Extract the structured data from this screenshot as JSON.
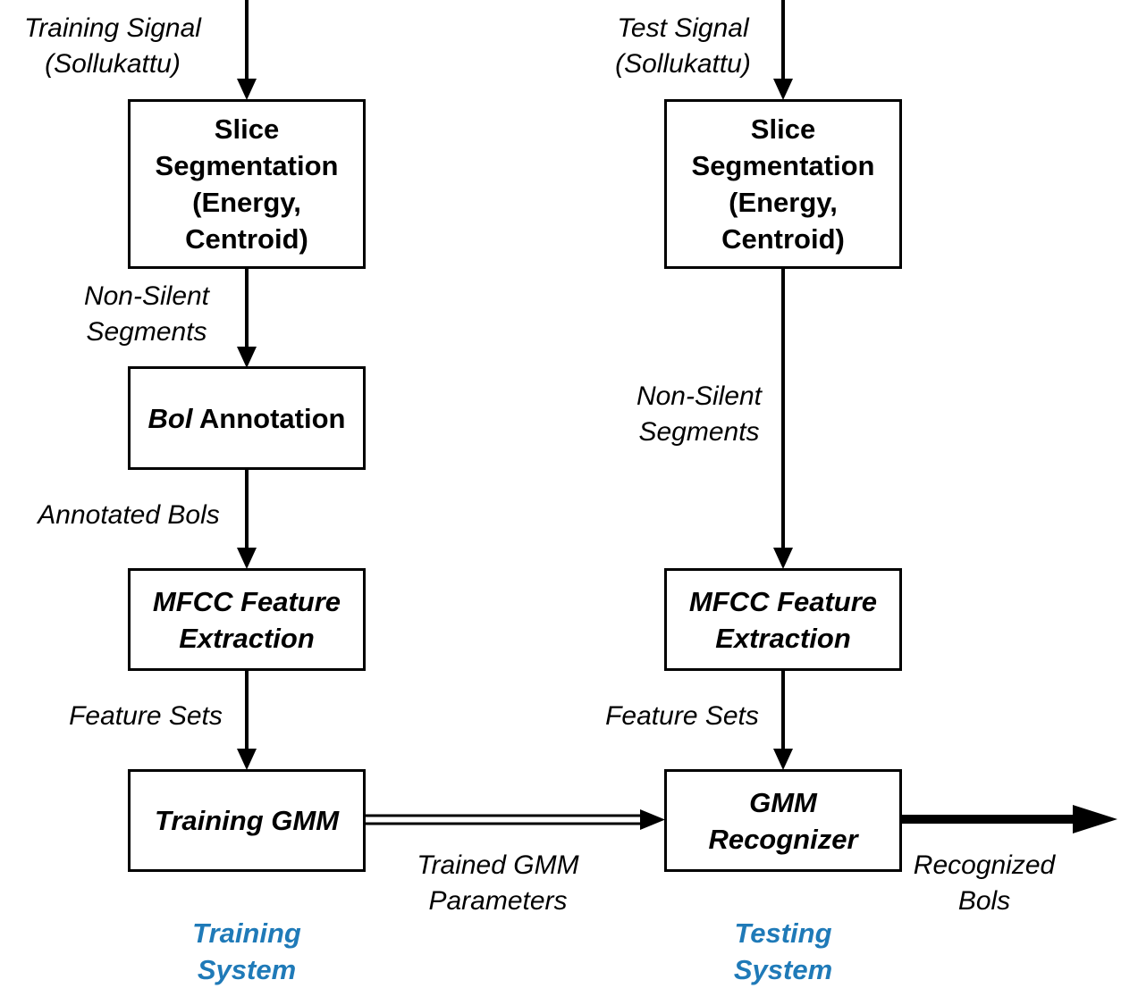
{
  "training": {
    "input_label": [
      "Training Signal",
      "(Sollukattu)"
    ],
    "slice_box": [
      "Slice",
      "Segmentation",
      "(Energy,",
      "Centroid)"
    ],
    "nonsilent_label": [
      "Non-Silent",
      "Segments"
    ],
    "bol_box": {
      "italic": "Bol",
      "rest": " Annotation"
    },
    "annotated_label": "Annotated Bols",
    "mfcc_box": [
      "MFCC Feature",
      "Extraction"
    ],
    "feature_label": "Feature Sets",
    "gmm_box": "Training GMM",
    "system_label": [
      "Training",
      "System"
    ]
  },
  "testing": {
    "input_label": [
      "Test Signal",
      "(Sollukattu)"
    ],
    "slice_box": [
      "Slice",
      "Segmentation",
      "(Energy,",
      "Centroid)"
    ],
    "nonsilent_label": [
      "Non-Silent",
      "Segments"
    ],
    "mfcc_box": [
      "MFCC Feature",
      "Extraction"
    ],
    "feature_label": "Feature Sets",
    "gmm_box": [
      "GMM",
      "Recognizer"
    ],
    "system_label": [
      "Testing",
      "System"
    ]
  },
  "trained_params_label": [
    "Trained GMM",
    "Parameters"
  ],
  "output_label": [
    "Recognized",
    "Bols"
  ],
  "colors": {
    "system_label": "#1f7ab8",
    "stroke": "#000000"
  }
}
